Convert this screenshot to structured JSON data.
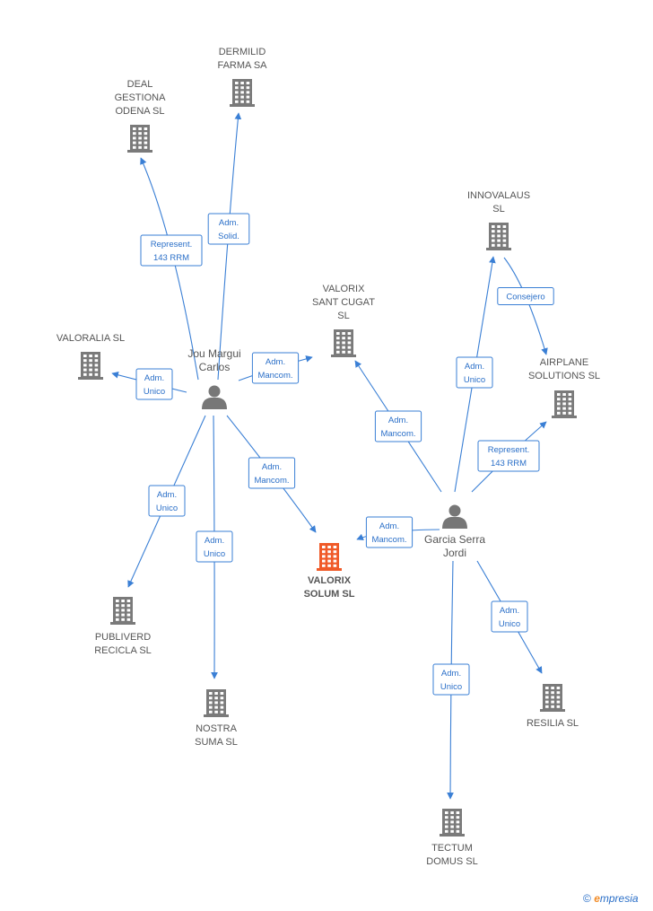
{
  "colors": {
    "edge": "#3a7fd5",
    "building": "#7a7a7a",
    "main_building": "#f05a28",
    "person": "#777777"
  },
  "companies": [
    {
      "id": "dermilid",
      "lines": [
        "DERMILID",
        "FARMA SA"
      ],
      "icon": "building-icon",
      "main": false
    },
    {
      "id": "deal",
      "lines": [
        "DEAL",
        "GESTIONA",
        "ODENA  SL"
      ],
      "icon": "building-icon",
      "main": false
    },
    {
      "id": "valoralia",
      "lines": [
        "VALORALIA SL"
      ],
      "icon": "building-icon",
      "main": false
    },
    {
      "id": "valorix_sc",
      "lines": [
        "VALORIX",
        "SANT CUGAT",
        "SL"
      ],
      "icon": "building-icon",
      "main": false
    },
    {
      "id": "innovalaus",
      "lines": [
        "INNOVALAUS",
        "SL"
      ],
      "icon": "building-icon",
      "main": false
    },
    {
      "id": "airplane",
      "lines": [
        "AIRPLANE",
        "SOLUTIONS  SL"
      ],
      "icon": "building-icon",
      "main": false
    },
    {
      "id": "valorix_solum",
      "lines": [
        "VALORIX",
        "SOLUM  SL"
      ],
      "icon": "building-icon",
      "main": true
    },
    {
      "id": "publiverd",
      "lines": [
        "PUBLIVERD",
        "RECICLA  SL"
      ],
      "icon": "building-icon",
      "main": false
    },
    {
      "id": "nostra",
      "lines": [
        "NOSTRA",
        "SUMA  SL"
      ],
      "icon": "building-icon",
      "main": false
    },
    {
      "id": "resilia",
      "lines": [
        "RESILIA  SL"
      ],
      "icon": "building-icon",
      "main": false
    },
    {
      "id": "tectum",
      "lines": [
        "TECTUM",
        "DOMUS  SL"
      ],
      "icon": "building-icon",
      "main": false
    }
  ],
  "persons": [
    {
      "id": "jou",
      "lines": [
        "Jou Margui",
        "Carlos"
      ],
      "icon": "person-icon"
    },
    {
      "id": "garcia",
      "lines": [
        "Garcia Serra",
        "Jordi"
      ],
      "icon": "person-icon"
    }
  ],
  "edges": [
    {
      "from": "jou",
      "to": "dermilid",
      "label": [
        "Adm.",
        "Solid."
      ]
    },
    {
      "from": "jou",
      "to": "deal",
      "label": [
        "Represent.",
        "143 RRM"
      ]
    },
    {
      "from": "jou",
      "to": "valoralia",
      "label": [
        "Adm.",
        "Unico"
      ]
    },
    {
      "from": "jou",
      "to": "valorix_sc",
      "label": [
        "Adm.",
        "Mancom."
      ]
    },
    {
      "from": "jou",
      "to": "valorix_solum",
      "label": [
        "Adm.",
        "Mancom."
      ]
    },
    {
      "from": "jou",
      "to": "publiverd",
      "label": [
        "Adm.",
        "Unico"
      ]
    },
    {
      "from": "jou",
      "to": "nostra",
      "label": [
        "Adm.",
        "Unico"
      ]
    },
    {
      "from": "garcia",
      "to": "valorix_sc",
      "label": [
        "Adm.",
        "Mancom."
      ]
    },
    {
      "from": "garcia",
      "to": "innovalaus",
      "label": [
        "Adm.",
        "Unico"
      ]
    },
    {
      "from": "innovalaus",
      "to": "airplane",
      "label": [
        "Consejero"
      ]
    },
    {
      "from": "garcia",
      "to": "airplane",
      "label": [
        "Represent.",
        "143 RRM"
      ]
    },
    {
      "from": "garcia",
      "to": "valorix_solum",
      "label": [
        "Adm.",
        "Mancom."
      ]
    },
    {
      "from": "garcia",
      "to": "resilia",
      "label": [
        "Adm.",
        "Unico"
      ]
    },
    {
      "from": "garcia",
      "to": "tectum",
      "label": [
        "Adm.",
        "Unico"
      ]
    }
  ],
  "brand": {
    "copyright": "©",
    "initial": "e",
    "rest": "mpresia"
  }
}
